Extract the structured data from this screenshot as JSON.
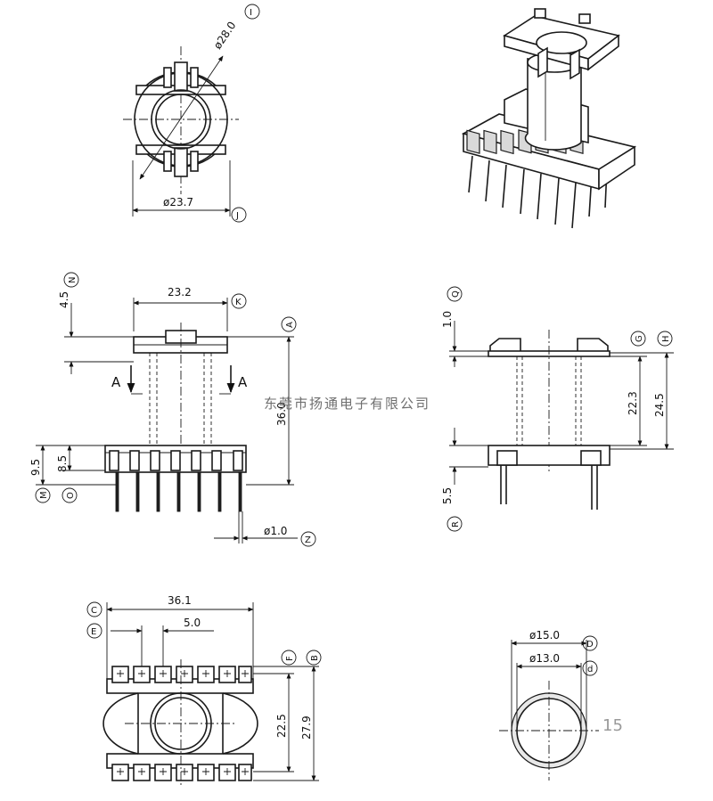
{
  "top_view": {
    "outer_diameter": "ø28.0",
    "outer_diameter_tag": "I",
    "width": "ø23.7",
    "width_tag": "J"
  },
  "front_view": {
    "top_width": "23.2",
    "top_width_tag": "K",
    "flange_height": "4.5",
    "flange_height_tag": "N",
    "overall_height": "36.0",
    "overall_height_tag": "A",
    "base_height_outer": "9.5",
    "base_height_outer_tag": "M",
    "base_height_inner": "8.5",
    "base_height_inner_tag": "O",
    "section_label_left": "A",
    "section_label_right": "A",
    "pin_diameter": "ø1.0",
    "pin_diameter_tag": "Z"
  },
  "side_view": {
    "flange_thickness": "1.0",
    "flange_thickness_tag": "Q",
    "winding_height": "22.3",
    "winding_height_tag": "G",
    "inner_height": "24.5",
    "inner_height_tag": "H",
    "pin_length": "5.5",
    "pin_length_tag": "R"
  },
  "bottom_view": {
    "overall_width": "36.1",
    "overall_width_tag": "C",
    "pin_pitch": "5.0",
    "pin_pitch_tag": "E",
    "row_spacing": "22.5",
    "row_spacing_tag": "F",
    "overall_depth": "27.9",
    "overall_depth_tag": "B"
  },
  "tube_view": {
    "outer_diameter": "ø15.0",
    "outer_diameter_tag": "D",
    "inner_diameter": "ø13.0",
    "inner_diameter_tag": "d"
  },
  "watermark": "东莞市扬通电子有限公司",
  "page_number": "15"
}
